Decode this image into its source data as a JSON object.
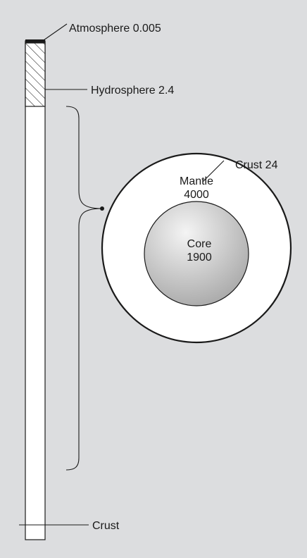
{
  "diagram": {
    "labels": {
      "atmosphere": "Atmosphere 0.005",
      "hydrosphere": "Hydrosphere 2.4",
      "crust_column": "Crust",
      "crust_circle": "Crust 24",
      "mantle_name": "Mantle",
      "mantle_value": "4000",
      "core_name": "Core",
      "core_value": "1900"
    },
    "colors": {
      "background": "#dcdddf",
      "outline": "#1a1a1a",
      "column_fill": "#ffffff",
      "mantle_fill": "#ffffff",
      "core_gradient_light": "#f4f4f4",
      "core_gradient_dark": "#a8a8a8"
    }
  }
}
